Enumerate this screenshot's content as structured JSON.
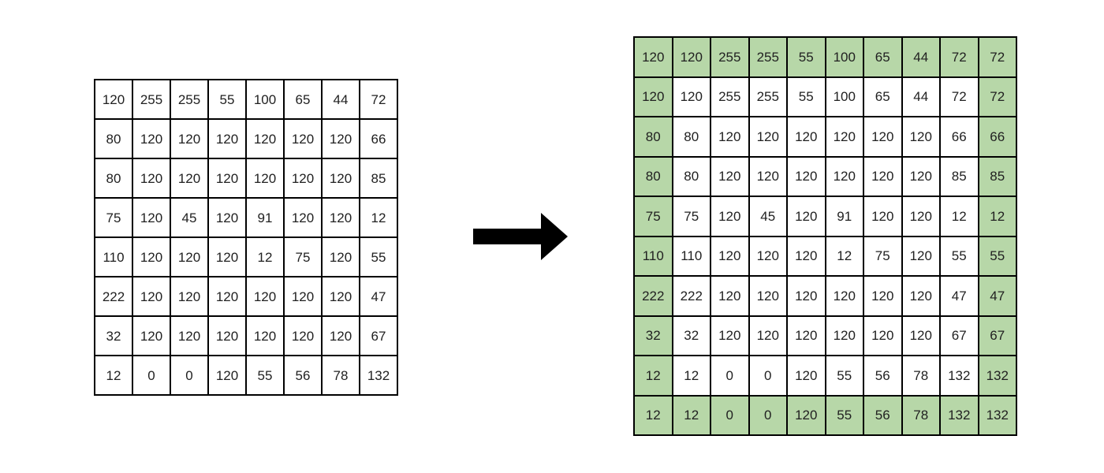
{
  "diagram": {
    "description": "Pixel matrix replicate border padding example",
    "arrow_icon": "right-arrow",
    "colors": {
      "cell_bg": "#ffffff",
      "padded_cell_bg": "#b7d7a8",
      "border": "#000000",
      "text": "#212121",
      "arrow": "#000000"
    }
  },
  "left_grid": {
    "name": "original 8x8 matrix",
    "rows": 8,
    "cols": 8,
    "padded_border": false,
    "values": [
      [
        120,
        255,
        255,
        55,
        100,
        65,
        44,
        72
      ],
      [
        80,
        120,
        120,
        120,
        120,
        120,
        120,
        66
      ],
      [
        80,
        120,
        120,
        120,
        120,
        120,
        120,
        85
      ],
      [
        75,
        120,
        45,
        120,
        91,
        120,
        120,
        12
      ],
      [
        110,
        120,
        120,
        120,
        12,
        75,
        120,
        55
      ],
      [
        222,
        120,
        120,
        120,
        120,
        120,
        120,
        47
      ],
      [
        32,
        120,
        120,
        120,
        120,
        120,
        120,
        67
      ],
      [
        12,
        0,
        0,
        120,
        55,
        56,
        78,
        132
      ]
    ]
  },
  "right_grid": {
    "name": "padded 10x10 matrix",
    "rows": 10,
    "cols": 10,
    "padded_border": true,
    "values": [
      [
        120,
        120,
        255,
        255,
        55,
        100,
        65,
        44,
        72,
        72
      ],
      [
        120,
        120,
        255,
        255,
        55,
        100,
        65,
        44,
        72,
        72
      ],
      [
        80,
        80,
        120,
        120,
        120,
        120,
        120,
        120,
        66,
        66
      ],
      [
        80,
        80,
        120,
        120,
        120,
        120,
        120,
        120,
        85,
        85
      ],
      [
        75,
        75,
        120,
        45,
        120,
        91,
        120,
        120,
        12,
        12
      ],
      [
        110,
        110,
        120,
        120,
        120,
        12,
        75,
        120,
        55,
        55
      ],
      [
        222,
        222,
        120,
        120,
        120,
        120,
        120,
        120,
        47,
        47
      ],
      [
        32,
        32,
        120,
        120,
        120,
        120,
        120,
        120,
        67,
        67
      ],
      [
        12,
        12,
        0,
        0,
        120,
        55,
        56,
        78,
        132,
        132
      ],
      [
        12,
        12,
        0,
        0,
        120,
        55,
        56,
        78,
        132,
        132
      ]
    ]
  }
}
